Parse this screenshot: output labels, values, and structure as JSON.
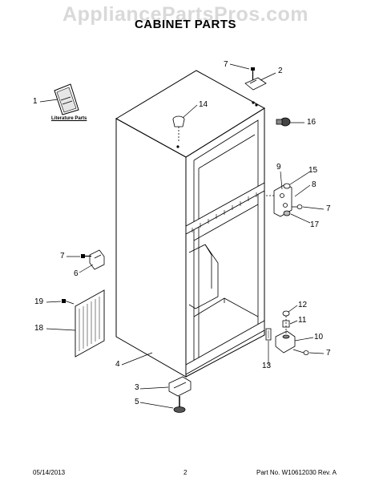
{
  "watermark": "AppliancePartsPros.com",
  "title": "CABINET PARTS",
  "literature_label": "Literature Parts",
  "callouts": {
    "c1": "1",
    "c2": "2",
    "c3": "3",
    "c4": "4",
    "c5": "5",
    "c6": "6",
    "c7a": "7",
    "c7b": "7",
    "c7c": "7",
    "c7d": "7",
    "c8": "8",
    "c9": "9",
    "c10": "10",
    "c11": "11",
    "c12": "12",
    "c13": "13",
    "c14": "14",
    "c15": "15",
    "c16": "16",
    "c17": "17",
    "c18": "18",
    "c19": "19"
  },
  "footer": {
    "date": "05/14/2013",
    "page": "2",
    "part_no": "Part No. W10612030  Rev. A"
  }
}
